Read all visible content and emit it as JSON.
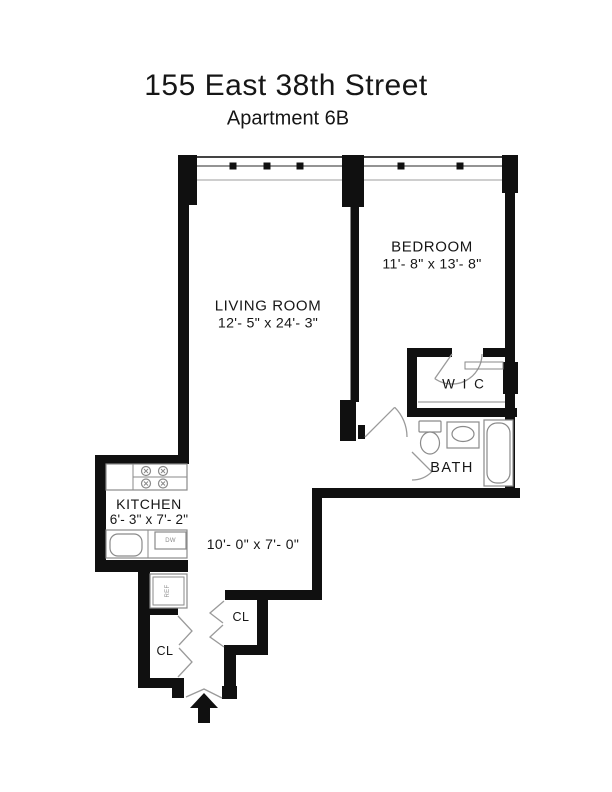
{
  "page": {
    "title": "155 East 38th Street",
    "subtitle": "Apartment 6B"
  },
  "rooms": {
    "living_room": {
      "name": "LIVING ROOM",
      "dims": "12'- 5\" x 24'- 3\""
    },
    "bedroom": {
      "name": "BEDROOM",
      "dims": "11'- 8\" x 13'- 8\""
    },
    "kitchen": {
      "name": "KITCHEN",
      "dims": "6'- 3\" x 7'- 2\""
    },
    "hall": {
      "dims": "10'- 0\" x 7'- 0\""
    },
    "wic": {
      "name": "W I C"
    },
    "bath": {
      "name": "BATH"
    },
    "closet_hall": {
      "name": "CL"
    },
    "closet_entry": {
      "name": "CL"
    }
  },
  "fixtures": {
    "refrigerator": "REF",
    "dishwasher": "DW"
  },
  "colors": {
    "wall": "#101010",
    "thin_line": "#8a8a8a",
    "text": "#161616",
    "background": "#ffffff"
  }
}
